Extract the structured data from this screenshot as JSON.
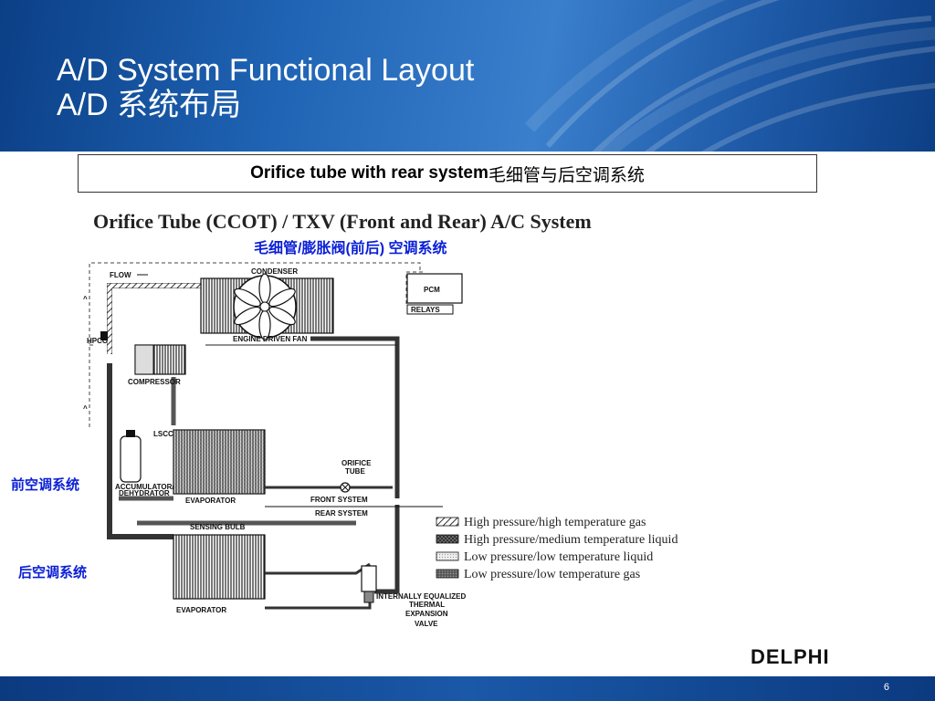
{
  "header": {
    "title_en": "A/D System Functional Layout",
    "title_cn": "A/D 系统布局"
  },
  "subtitle": {
    "en": "Orifice tube with rear system",
    "cn": "毛细管与后空调系统"
  },
  "diagram": {
    "heading": "Orifice Tube (CCOT) / TXV (Front and Rear) A/C System",
    "heading_cn": "毛细管/膨胀阀(前后) 空调系统",
    "labels": {
      "flow": "FLOW",
      "condenser": "CONDENSER",
      "pcm": "PCM",
      "relays": "RELAYS",
      "hpco": "HPCO",
      "engine_fan": "ENGINE DRIVEN FAN",
      "compressor": "COMPRESSOR",
      "lscc": "LSCC",
      "accumulator": "ACCUMULATOR/",
      "dehydrator": "DEHYDRATOR",
      "evaporator_front": "EVAPORATOR",
      "orifice": "ORIFICE",
      "tube": "TUBE",
      "front_system": "FRONT SYSTEM",
      "rear_system": "REAR SYSTEM",
      "sensing_bulb": "SENSING BULB",
      "evaporator_rear": "EVAPORATOR",
      "txv_1": "INTERNALLY EQUALIZED",
      "txv_2": "THERMAL",
      "txv_3": "EXPANSION",
      "txv_4": "VALVE"
    },
    "legend": [
      "High pressure/high temperature gas",
      "High pressure/medium temperature liquid",
      "Low pressure/low temperature liquid",
      "Low pressure/low temperature gas"
    ],
    "front_label_cn": "前空调系统",
    "rear_label_cn": "后空调系统"
  },
  "footer": {
    "logo": "DELPHI",
    "page": "6"
  }
}
